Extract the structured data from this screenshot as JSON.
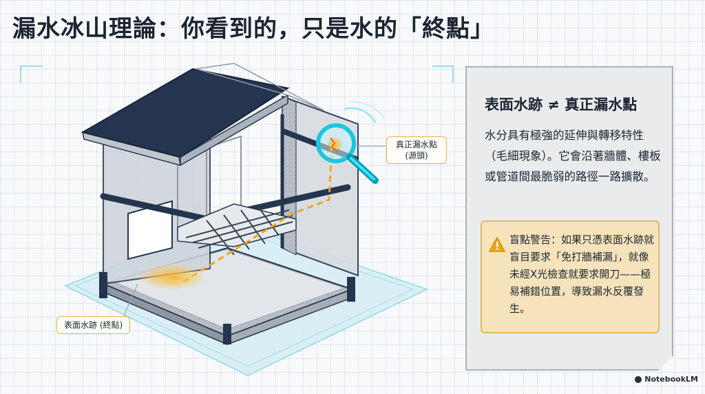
{
  "title": "漏水冰山理論：你看到的，只是水的「終點」",
  "diagram": {
    "label_source": "真正漏水點\n(源頭)",
    "label_end": "表面水跡 (終點)"
  },
  "panel": {
    "heading": "表面水跡 ≠ 真正漏水點",
    "body": "水分具有極強的延伸與轉移特性（毛細現象）。它會沿著牆體、樓板或管道間最脆弱的路徑一路擴散。",
    "warning": {
      "icon": "warning-triangle-icon",
      "text": "盲點警告：如果只憑表面水跡就盲目要求「免打牆補漏」，就像未經X光檢查就要求開刀——極易補錯位置，導致漏水反覆發生。"
    }
  },
  "brand": "NotebookLM",
  "colors": {
    "roof": "#25344f",
    "beam": "#25344f",
    "water_path": "#f0a51c",
    "magnifier": "#18c8e0",
    "panel_bg": "#e9ebec",
    "warning_bg": "#f7e3bb"
  }
}
